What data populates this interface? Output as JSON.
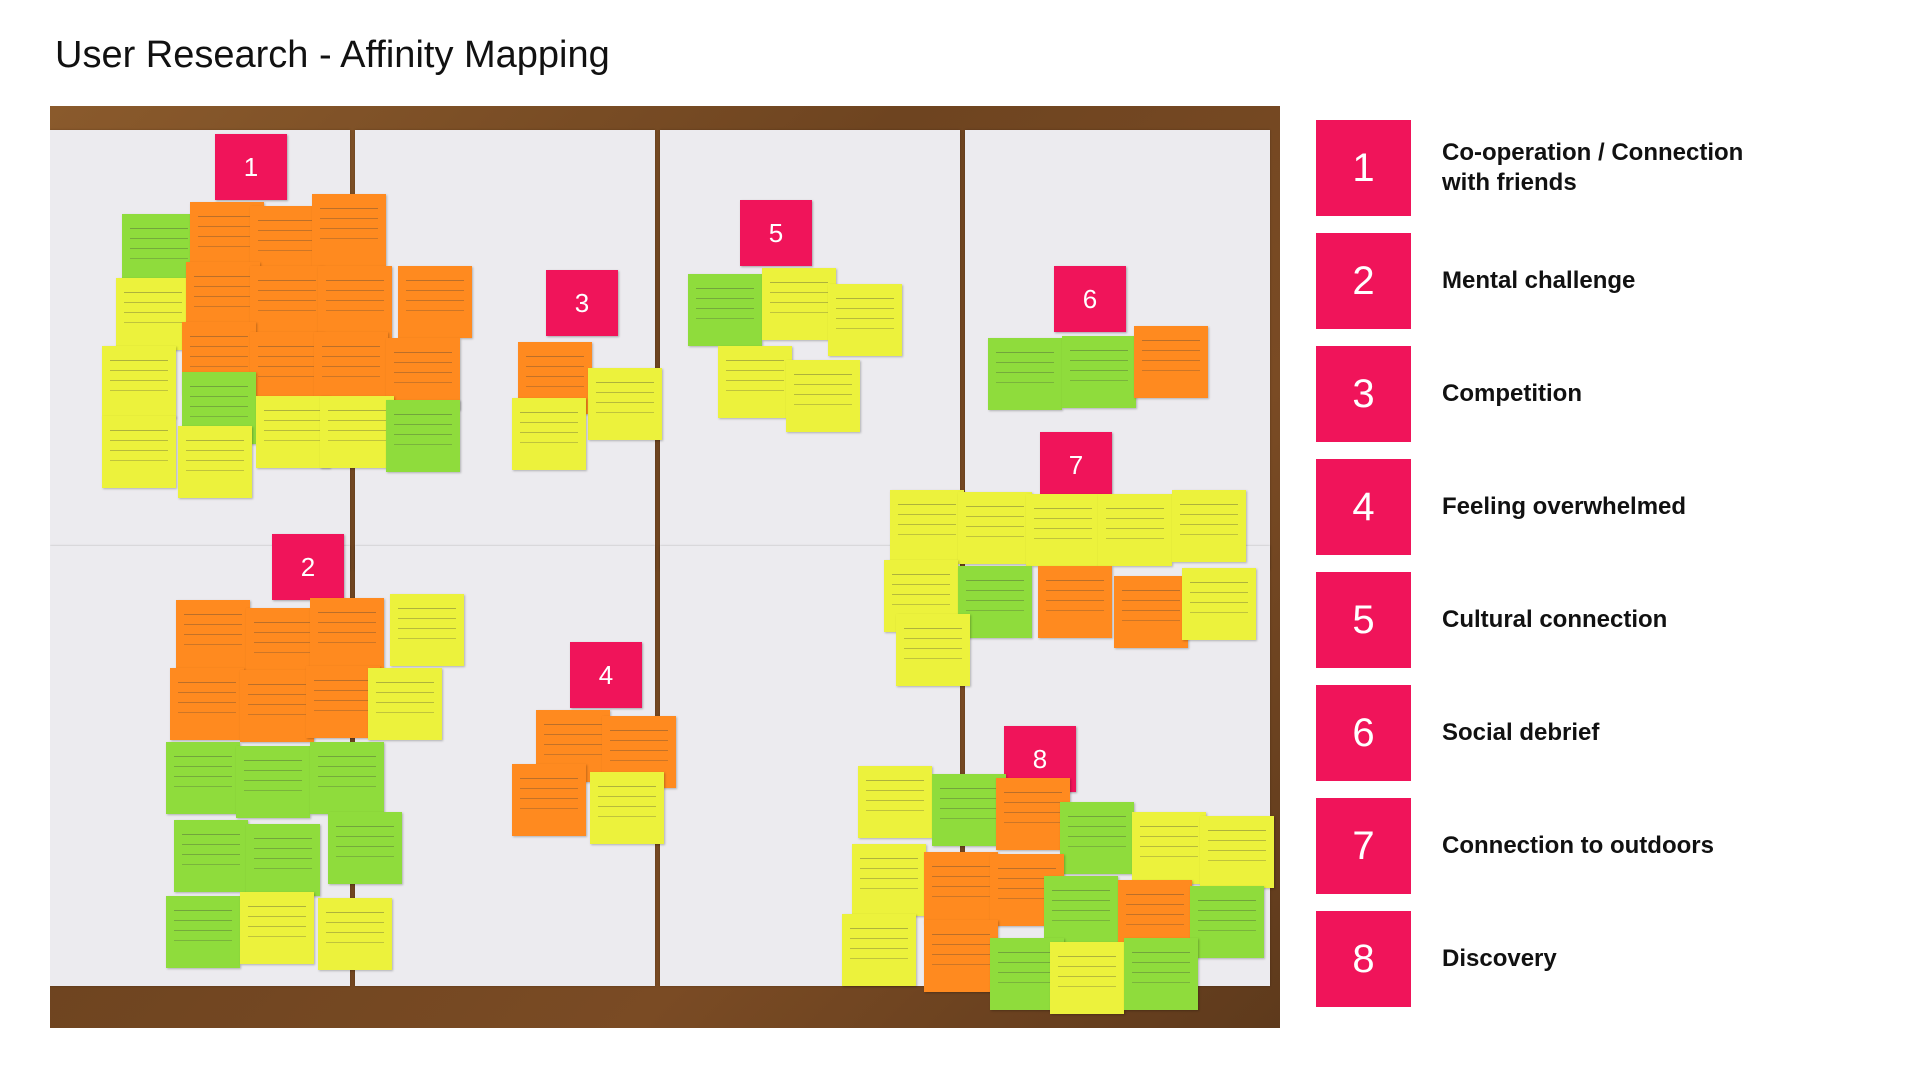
{
  "title": "User Research - Affinity Mapping",
  "photo": {
    "description_icon": "affinity-map-photo",
    "note_colors": {
      "orange": "#ff8a1f",
      "yellow": "#ecf23c",
      "green": "#8fdc3c",
      "label_pink": "#f0145a"
    },
    "cluster_labels": [
      "1",
      "2",
      "3",
      "4",
      "5",
      "6",
      "7",
      "8"
    ]
  },
  "legend": {
    "accent_color": "#f0145a",
    "items": [
      {
        "number": "1",
        "label": "Co-operation / Connection with friends"
      },
      {
        "number": "2",
        "label": "Mental challenge"
      },
      {
        "number": "3",
        "label": "Competition"
      },
      {
        "number": "4",
        "label": "Feeling overwhelmed"
      },
      {
        "number": "5",
        "label": "Cultural connection"
      },
      {
        "number": "6",
        "label": "Social debrief"
      },
      {
        "number": "7",
        "label": "Connection to outdoors"
      },
      {
        "number": "8",
        "label": "Discovery"
      }
    ]
  }
}
